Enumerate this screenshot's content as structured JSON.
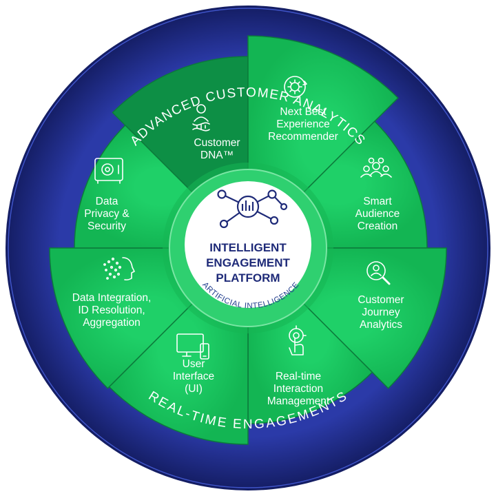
{
  "outer_ring": {
    "top_text": "ADVANCED CUSTOMER ANALYTICS",
    "bottom_text": "REAL-TIME ENGAGEMENTS"
  },
  "center": {
    "title_lines": [
      "INTELLIGENT",
      "ENGAGEMENT",
      "PLATFORM"
    ],
    "ring_text": "ARTIFICIAL INTELLIGENCE"
  },
  "segments": [
    {
      "id": "customer-dna",
      "icon": "dna-person-icon",
      "lines": [
        "Customer",
        "DNA™"
      ]
    },
    {
      "id": "next-best-experience",
      "icon": "gear-cycle-icon",
      "lines": [
        "Next Best",
        "Experience",
        "Recommender"
      ]
    },
    {
      "id": "smart-audience",
      "icon": "group-people-icon",
      "lines": [
        "Smart",
        "Audience",
        "Creation"
      ]
    },
    {
      "id": "customer-journey",
      "icon": "magnify-person-icon",
      "lines": [
        "Customer",
        "Journey",
        "Analytics"
      ]
    },
    {
      "id": "realtime-interaction",
      "icon": "touch-target-icon",
      "lines": [
        "Real-time",
        "Interaction",
        "Management"
      ]
    },
    {
      "id": "user-interface",
      "icon": "devices-icon",
      "lines": [
        "User",
        "Interface",
        "(UI)"
      ]
    },
    {
      "id": "data-integration",
      "icon": "face-particles-icon",
      "lines": [
        "Data Integration,",
        "ID Resolution,",
        "Aggregation"
      ]
    },
    {
      "id": "data-privacy",
      "icon": "safe-icon",
      "lines": [
        "Data",
        "Privacy &",
        "Security"
      ]
    }
  ],
  "colors": {
    "ring_navy": "#1f2a8a",
    "segment_green": "#17c45c",
    "segment_dark_green": "#0d8f45",
    "center_navy": "#1e2a78",
    "ai_ring": "#26c766"
  }
}
